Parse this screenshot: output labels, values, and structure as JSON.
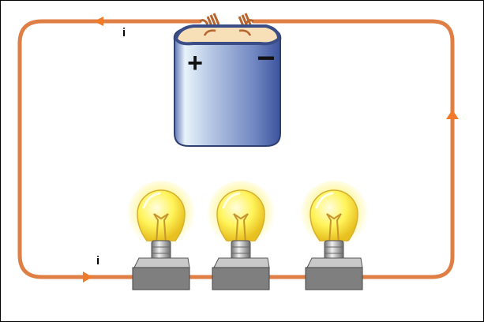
{
  "colors": {
    "wire": "#e07f45",
    "arrow": "#f07a2a",
    "battery_light": "#e8f3fa",
    "battery_mid": "#8aa2cf",
    "battery_dark": "#3c539e",
    "battery_top": "#f7e0b8",
    "battery_rim": "#3a4d86",
    "bulb_glow": "#fff7a3",
    "bulb_glass": "#fff45a",
    "bulb_filament": "#c7962f",
    "base_top": "#c9c9c9",
    "base_front": "#7f7f7f",
    "base_dark": "#555555"
  },
  "labels": {
    "current_top": "i",
    "current_bottom": "i"
  },
  "battery": {
    "positive_symbol": "+",
    "negative_symbol": "−"
  },
  "bulbs": [
    {
      "name": "bulb-1"
    },
    {
      "name": "bulb-2"
    },
    {
      "name": "bulb-3"
    }
  ],
  "arrows": [
    {
      "name": "top-left-arrow",
      "direction": "left"
    },
    {
      "name": "right-side-arrow",
      "direction": "up"
    },
    {
      "name": "bottom-left-arrow",
      "direction": "right"
    }
  ]
}
